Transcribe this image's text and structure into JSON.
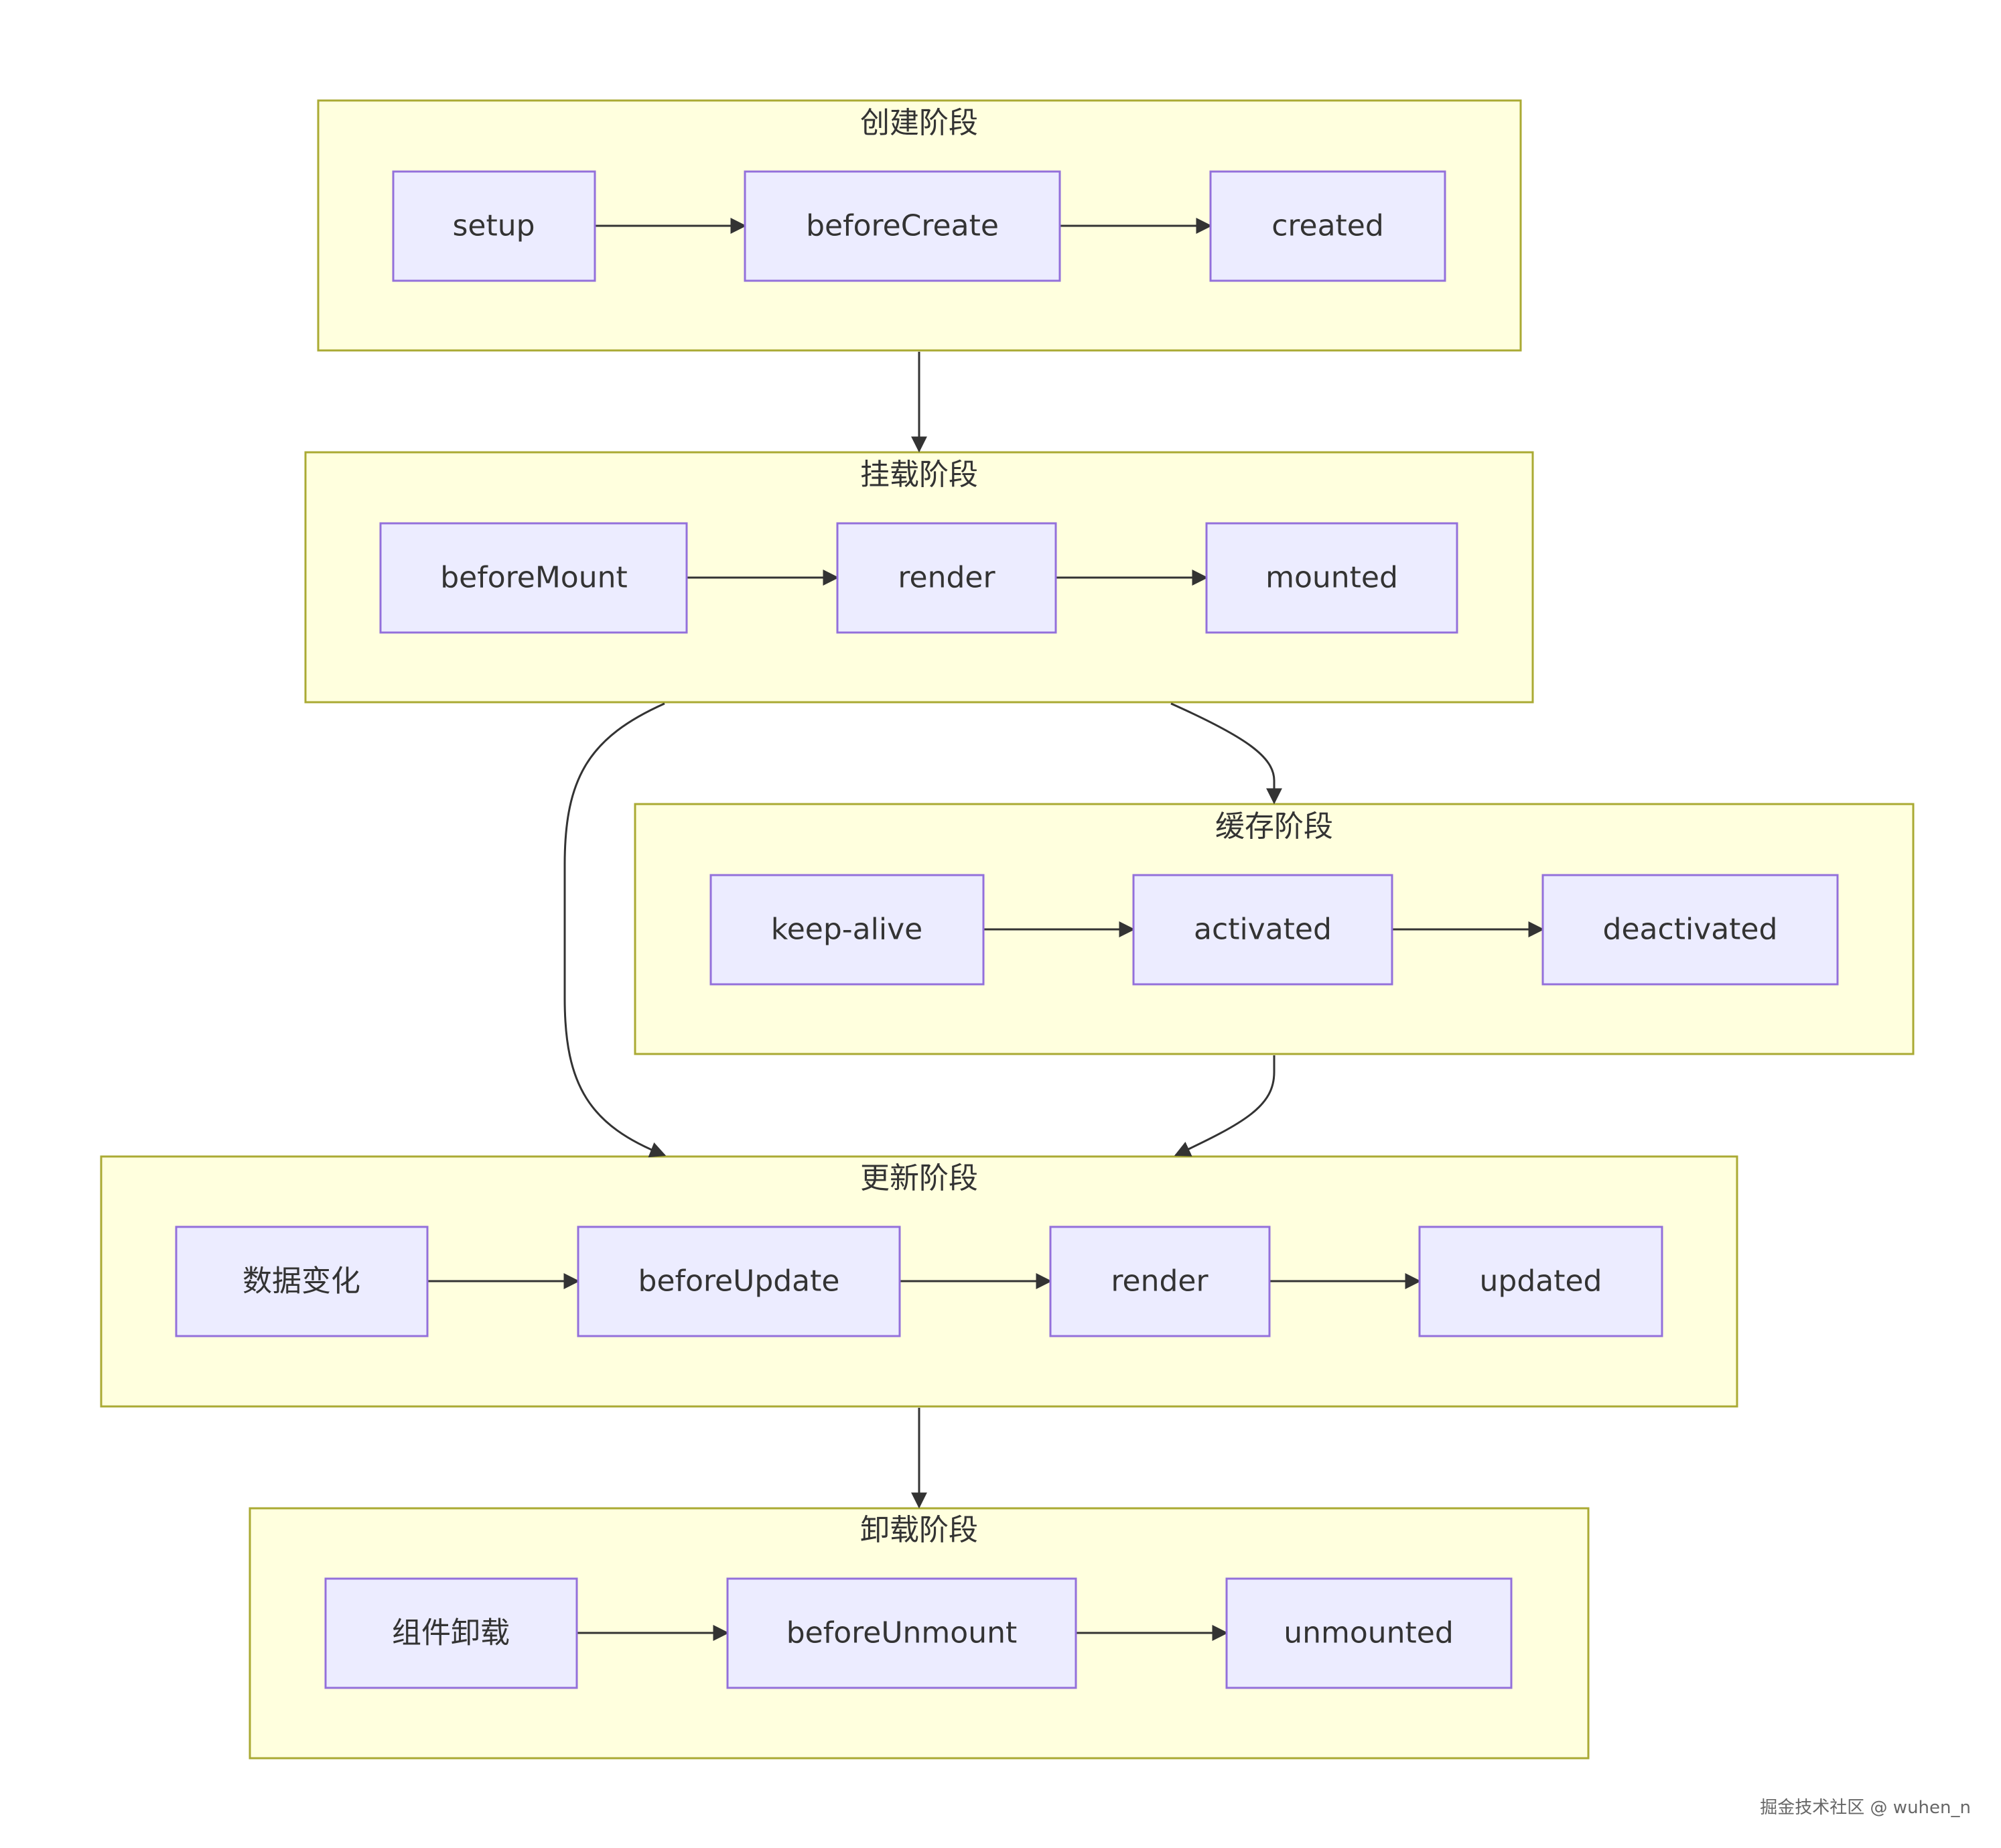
{
  "diagram": {
    "type": "flowchart",
    "colors": {
      "stage_fill": "#ffffde",
      "stage_border": "#aaaa33",
      "node_fill": "#ececff",
      "node_border": "#9370db",
      "edge": "#333333",
      "text": "#333333"
    },
    "stages": {
      "create": {
        "title": "创建阶段",
        "nodes": [
          "setup",
          "beforeCreate",
          "created"
        ]
      },
      "mount": {
        "title": "挂载阶段",
        "nodes": [
          "beforeMount",
          "render",
          "mounted"
        ]
      },
      "cache": {
        "title": "缓存阶段",
        "nodes": [
          "keep-alive",
          "activated",
          "deactivated"
        ]
      },
      "update": {
        "title": "更新阶段",
        "nodes": [
          "数据变化",
          "beforeUpdate",
          "render",
          "updated"
        ]
      },
      "unmount": {
        "title": "卸载阶段",
        "nodes": [
          "组件卸载",
          "beforeUnmount",
          "unmounted"
        ]
      }
    },
    "stage_edges": [
      {
        "from": "create",
        "to": "mount"
      },
      {
        "from": "mount",
        "to": "cache"
      },
      {
        "from": "mount",
        "to": "update"
      },
      {
        "from": "cache",
        "to": "update"
      },
      {
        "from": "update",
        "to": "unmount"
      }
    ]
  },
  "watermark": "掘金技术社区 @ wuhen_n"
}
